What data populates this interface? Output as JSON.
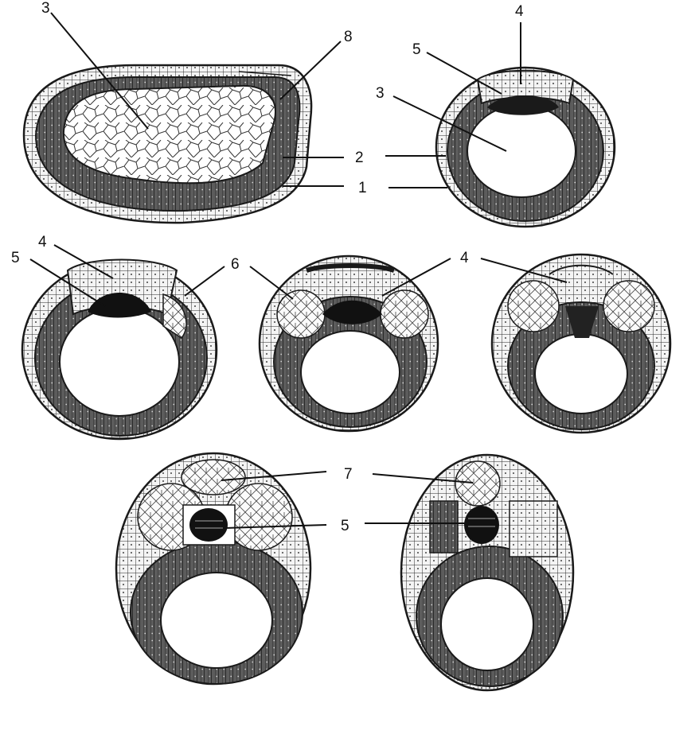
{
  "colors": {
    "ink": "#1a1a1a",
    "dark_fill": "#555555",
    "light_fill": "#f2f2f2",
    "background": "#ffffff"
  },
  "labels": {
    "l1": "1",
    "l2": "2",
    "l3": "3",
    "l4": "4",
    "l5": "5",
    "l6": "6",
    "l7": "7",
    "l8": "8"
  }
}
